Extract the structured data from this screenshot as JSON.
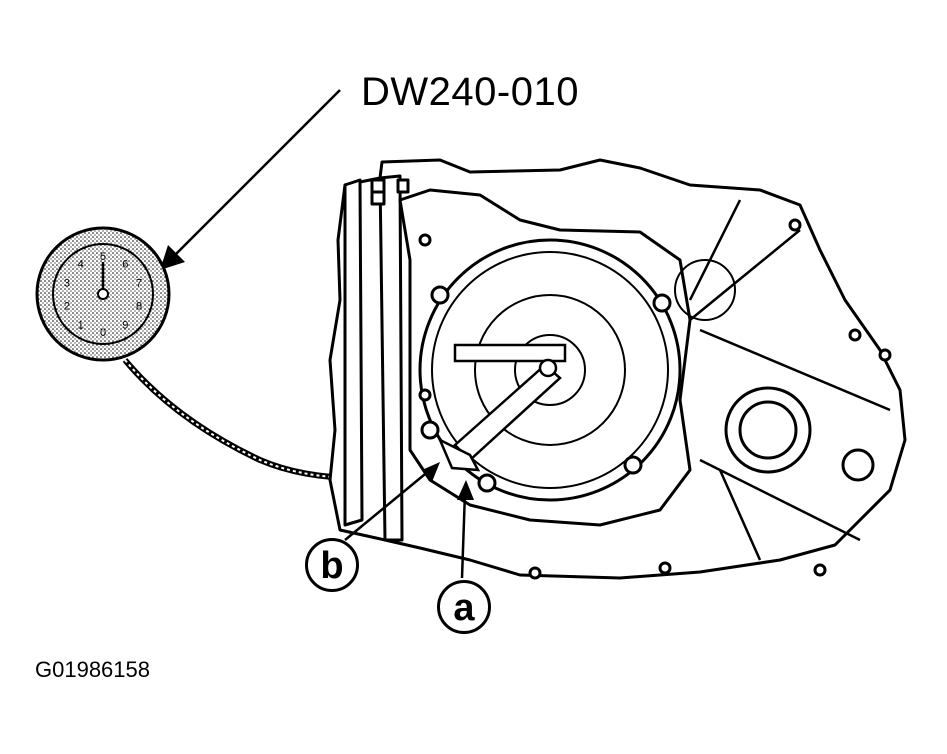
{
  "diagram": {
    "tool_label": "DW240-010",
    "figure_id": "G01986158",
    "callouts": [
      {
        "letter": "b"
      },
      {
        "letter": "a"
      }
    ],
    "dial_numbers": [
      "5",
      "6",
      "7",
      "8",
      "9",
      "0",
      "1",
      "2",
      "3",
      "4"
    ],
    "colors": {
      "line": "#000000",
      "background": "#ffffff"
    }
  }
}
